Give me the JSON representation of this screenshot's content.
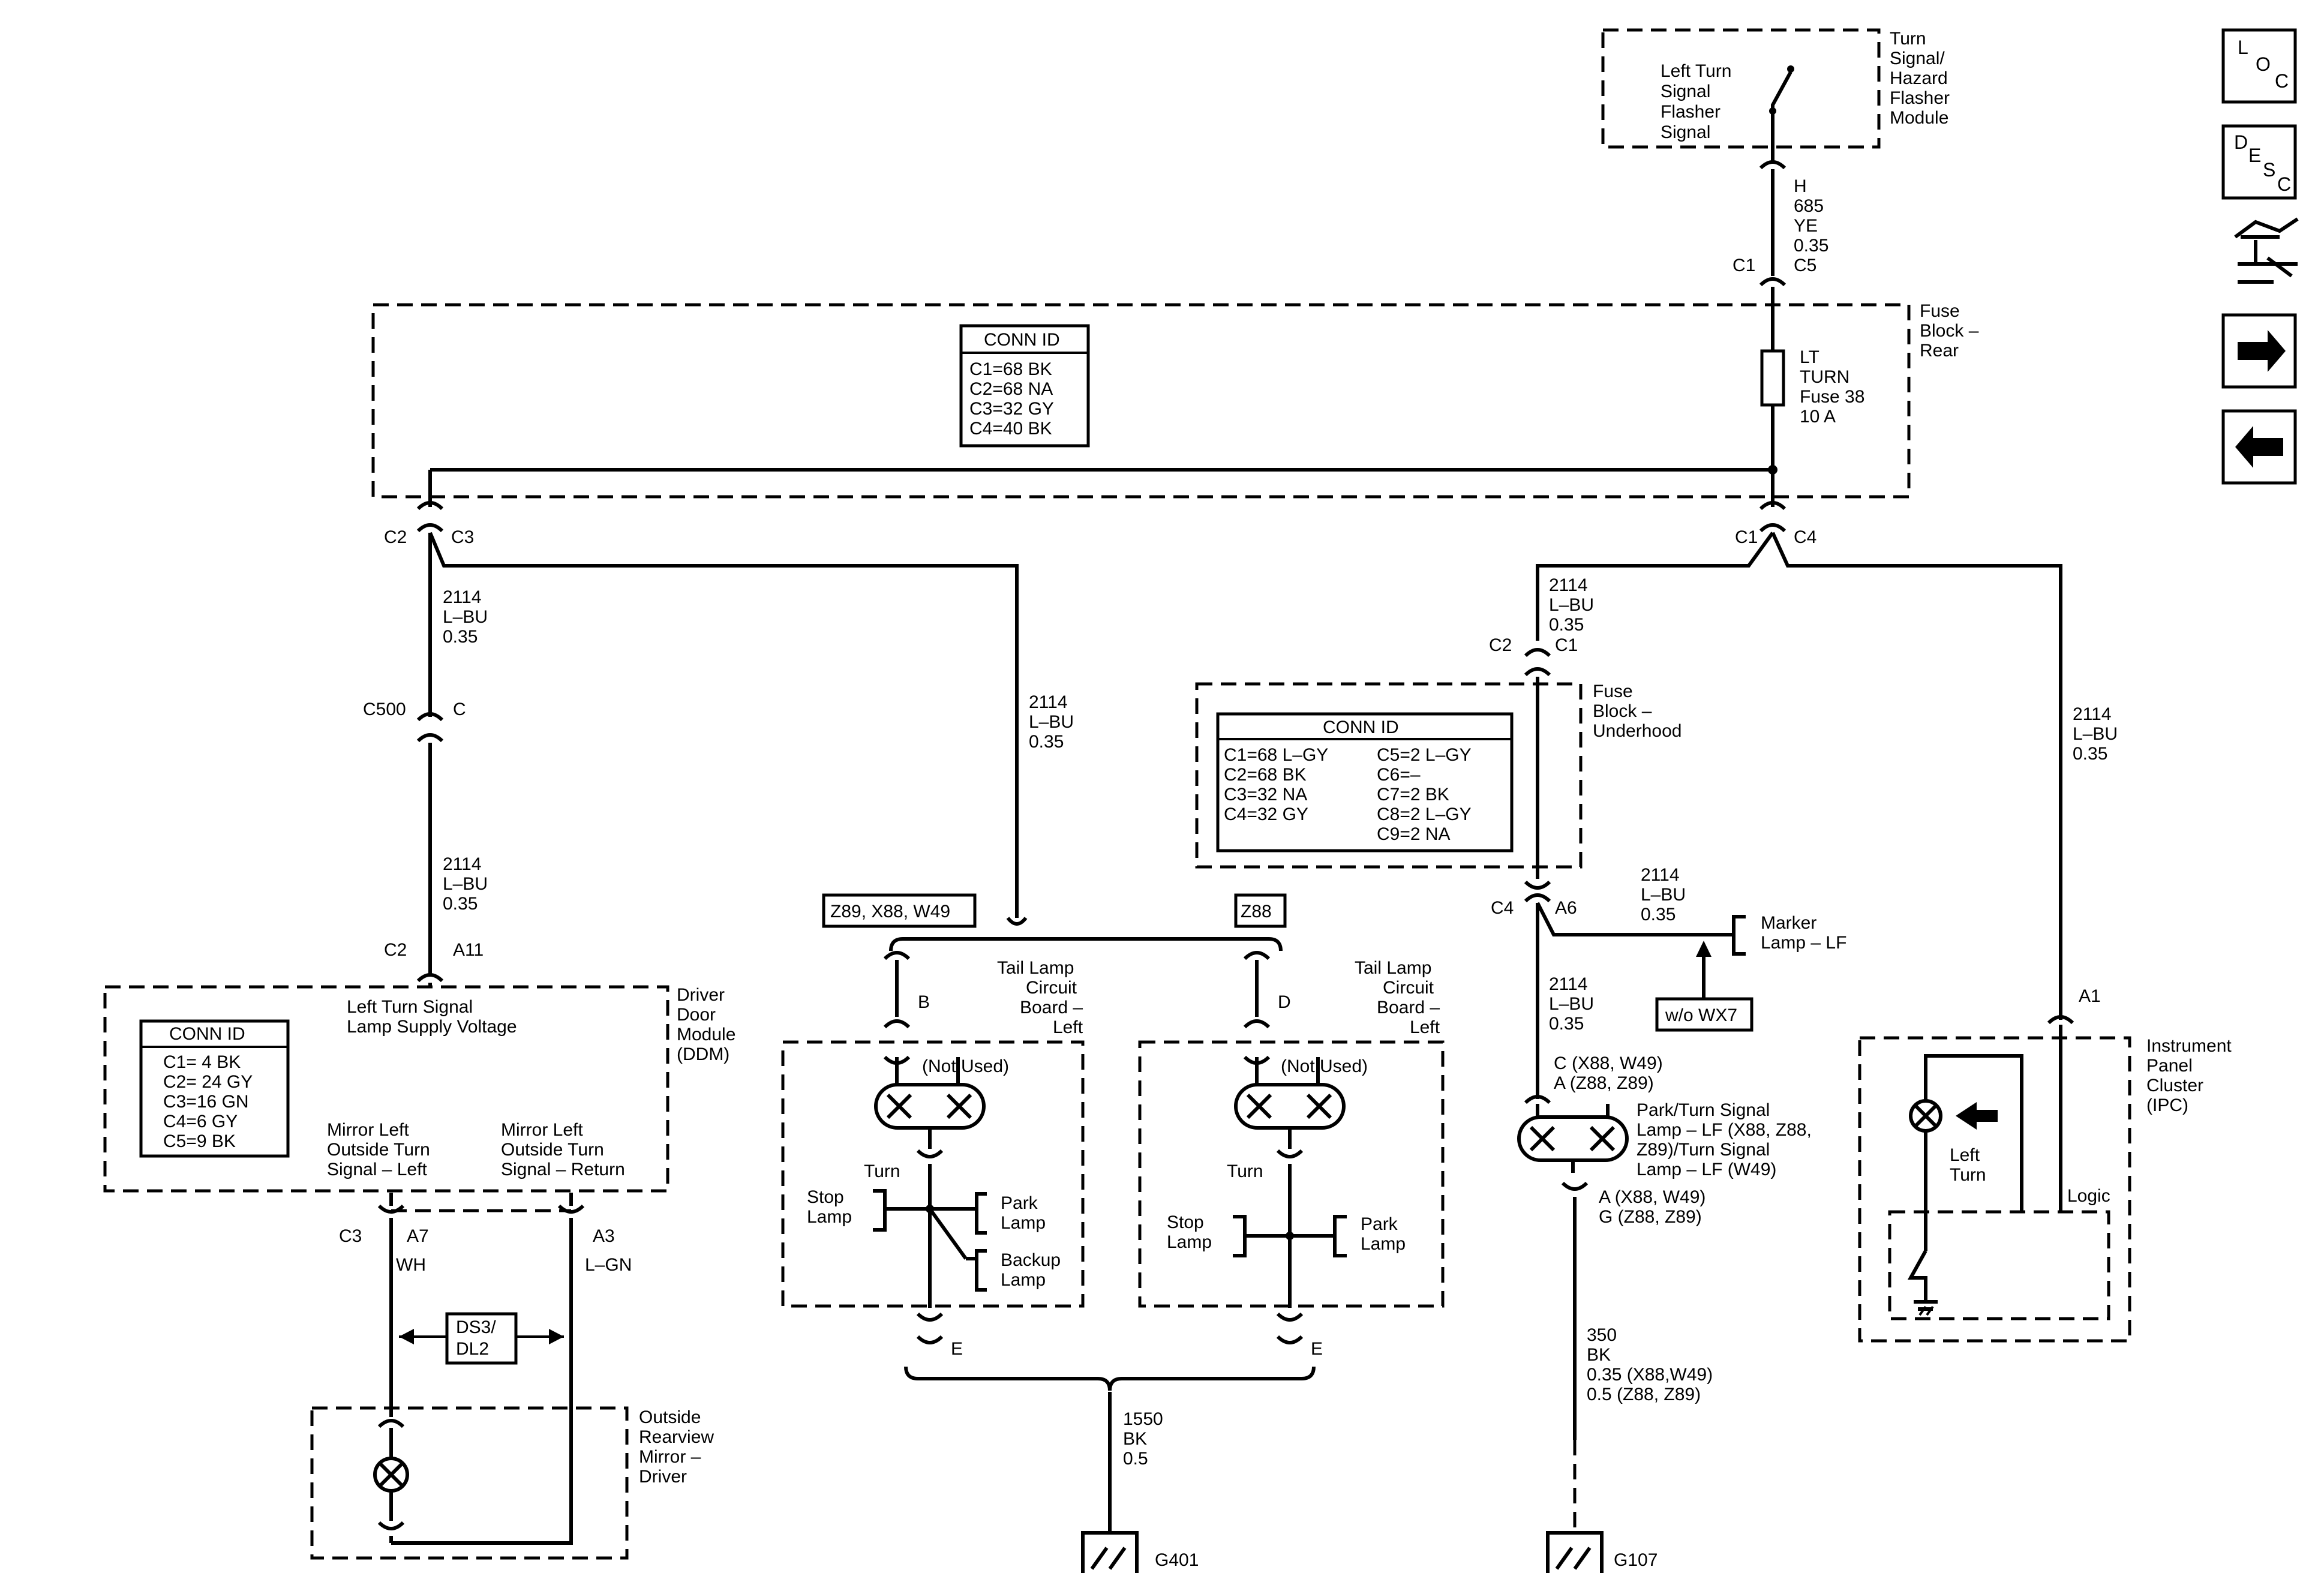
{
  "nav": {
    "loc": [
      "L",
      "O",
      "C"
    ],
    "desc": [
      "D",
      "E",
      "S",
      "C"
    ],
    "schematic_icon": "schematic-icon",
    "next_icon": "arrow-right-icon",
    "prev_icon": "arrow-left-icon"
  },
  "flasher": {
    "signal": [
      "Left Turn",
      "Signal",
      "Flasher",
      "Signal"
    ],
    "module": [
      "Turn",
      "Signal/",
      "Hazard",
      "Flasher",
      "Module"
    ],
    "pin": "H",
    "wire": [
      "685",
      "YE",
      "0.35"
    ],
    "conn_left": "C1",
    "conn_right": "C5"
  },
  "fuse_block_rear": {
    "label": [
      "Fuse",
      "Block –",
      "Rear"
    ],
    "conn_id_title": "CONN ID",
    "conn_ids": [
      "C1=68 BK",
      "C2=68 NA",
      "C3=32 GY",
      "C4=40 BK"
    ],
    "fuse": [
      "LT",
      "TURN",
      "Fuse 38",
      "10 A"
    ],
    "left_conn": [
      "C2",
      "C3"
    ],
    "right_conn": [
      "C1",
      "C4"
    ]
  },
  "ddm_branch": {
    "wire1": [
      "2114",
      "L–BU",
      "0.35"
    ],
    "inline_left": "C500",
    "inline_right": "C",
    "wire2": [
      "2114",
      "L–BU",
      "0.35"
    ],
    "conn_left": "C2",
    "conn_right": "A11"
  },
  "ddm": {
    "label": [
      "Driver",
      "Door",
      "Module",
      "(DDM)"
    ],
    "supply": [
      "Left Turn Signal",
      "Lamp Supply Voltage"
    ],
    "conn_id_title": "CONN ID",
    "conn_ids": [
      "C1= 4 BK",
      "C2= 24 GY",
      "C3=16 GN",
      "C4=6 GY",
      "C5=9 BK"
    ],
    "mirror_left": [
      "Mirror Left",
      "Outside Turn",
      "Signal – Left"
    ],
    "mirror_return": [
      "Mirror Left",
      "Outside Turn",
      "Signal – Return"
    ],
    "c3": "C3",
    "a7": "A7",
    "a3": "A3",
    "wh": "WH",
    "lgn": "L–GN",
    "ds3": [
      "DS3/",
      "DL2"
    ]
  },
  "mirror": {
    "label": [
      "Outside",
      "Rearview",
      "Mirror –",
      "Driver"
    ]
  },
  "tail_feed": {
    "wire": [
      "2114",
      "L–BU",
      "0.35"
    ],
    "opt_left": "Z89, X88, W49",
    "opt_right": "Z88"
  },
  "tail_left": {
    "label": [
      "Tail Lamp",
      "Circuit",
      "Board –",
      "Left"
    ],
    "pin_b": "B",
    "not_used": "(Not Used)",
    "turn": "Turn",
    "stop": [
      "Stop",
      "Lamp"
    ],
    "park": [
      "Park",
      "Lamp"
    ],
    "backup": [
      "Backup",
      "Lamp"
    ],
    "pin_e": "E"
  },
  "tail_right": {
    "label": [
      "Tail Lamp",
      "Circuit",
      "Board –",
      "Left"
    ],
    "pin_d": "D",
    "not_used": "(Not Used)",
    "turn": "Turn",
    "stop": [
      "Stop",
      "Lamp"
    ],
    "park": [
      "Park",
      "Lamp"
    ],
    "pin_e": "E"
  },
  "ground_g401": {
    "wire": [
      "1550",
      "BK",
      "0.5"
    ],
    "label": "G401"
  },
  "underhood": {
    "wire_in": [
      "2114",
      "L–BU",
      "0.35"
    ],
    "conn_left": "C2",
    "conn_right": "C1",
    "label": [
      "Fuse",
      "Block –",
      "Underhood"
    ],
    "conn_id_title": "CONN ID",
    "conn_ids_left": [
      "C1=68 L–GY",
      "C2=68 BK",
      "C3=32 NA",
      "C4=32 GY"
    ],
    "conn_ids_right": [
      "C5=2 L–GY",
      "C6=–",
      "C7=2 BK",
      "C8=2 L–GY",
      "C9=2 NA"
    ],
    "out_left": "C4",
    "out_right": "A6"
  },
  "marker": {
    "wire": [
      "2114",
      "L–BU",
      "0.35"
    ],
    "label": [
      "Marker",
      "Lamp – LF"
    ],
    "option": "w/o WX7"
  },
  "park_turn": {
    "wire": [
      "2114",
      "L–BU",
      "0.35"
    ],
    "pin_in": [
      "C (X88, W49)",
      "A (Z88, Z89)"
    ],
    "label": [
      "Park/Turn Signal",
      "Lamp – LF (X88, Z88,",
      "Z89)/Turn Signal",
      "Lamp – LF (W49)"
    ],
    "pin_out": [
      "A (X88, W49)",
      "G (Z88, Z89)"
    ],
    "ground_wire": [
      "350",
      "BK",
      "0.35 (X88,W49)",
      "0.5    (Z88, Z89)"
    ],
    "ground": "G107"
  },
  "ipc": {
    "wire": [
      "2114",
      "L–BU",
      "0.35"
    ],
    "pin": "A1",
    "label": [
      "Instrument",
      "Panel",
      "Cluster",
      "(IPC)"
    ],
    "indicator": [
      "Left",
      "Turn"
    ],
    "logic": "Logic"
  }
}
